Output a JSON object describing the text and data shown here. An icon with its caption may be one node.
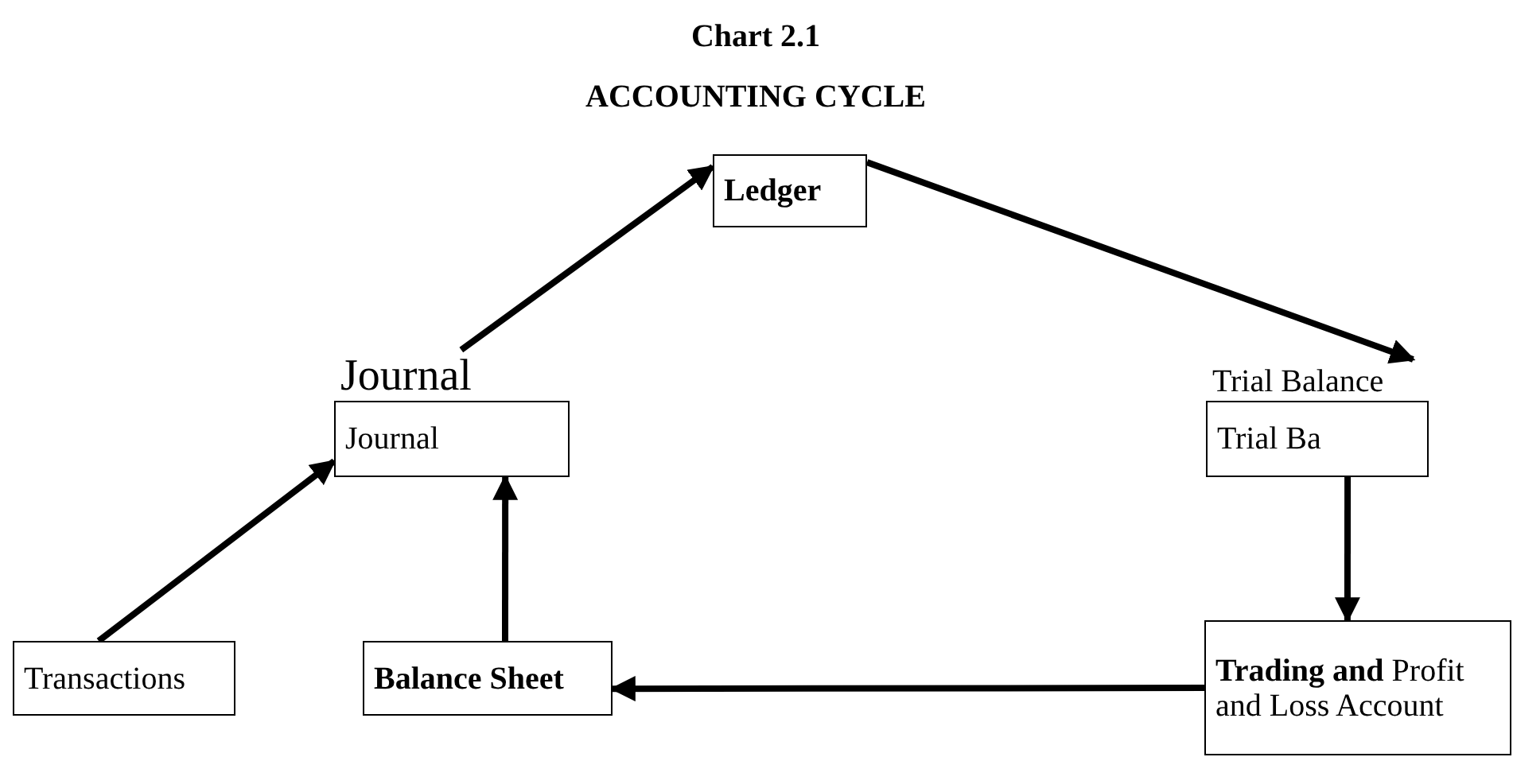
{
  "diagram": {
    "title": "ACCOUNTING CYCLE",
    "labels": [
      "Chart 2.1"
    ],
    "nodes": [
      {
        "text": [
          "Ledger"
        ]
      },
      {
        "text": [
          "Journal",
          "Journal"
        ]
      },
      {
        "text": [
          "Trial Balance",
          "Trial Ba"
        ]
      },
      {
        "text": [
          "Transactions"
        ]
      },
      {
        "text": [
          "Balance Sheet"
        ]
      },
      {
        "text": [
          "**Trading and** Profit and Loss Account"
        ]
      }
    ],
    "edges": [
      {
        "from": 3,
        "to": 1,
        "arrow": "to"
      },
      {
        "from": 1,
        "to": 0,
        "arrow": "to"
      },
      {
        "from": 0,
        "to": 2,
        "arrow": "to"
      },
      {
        "from": 2,
        "to": 5,
        "arrow": "to"
      },
      {
        "from": 5,
        "to": 4,
        "arrow": "to"
      },
      {
        "from": 4,
        "to": 1,
        "arrow": "to"
      }
    ]
  }
}
